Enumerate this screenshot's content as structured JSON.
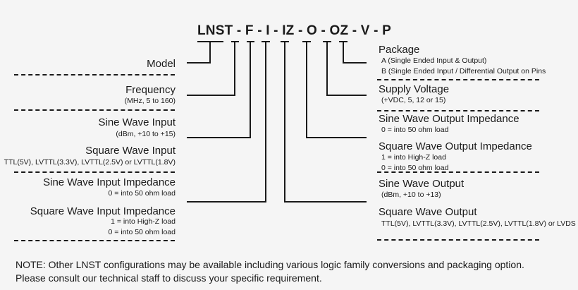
{
  "code": {
    "parts": [
      "LNST",
      "F",
      "I",
      "IZ",
      "O",
      "OZ",
      "V",
      "P"
    ],
    "separator": " - "
  },
  "left_fields": [
    {
      "title": "Model",
      "details": []
    },
    {
      "title": "Frequency",
      "details": [
        "(MHz, 5 to 160)"
      ]
    },
    {
      "title": "Sine Wave Input",
      "details": [
        "(dBm, +10 to +15)"
      ]
    },
    {
      "title": "Square Wave Input",
      "details": [
        "TTL(5V), LVTTL(3.3V), LVTTL(2.5V) or LVTTL(1.8V)"
      ]
    },
    {
      "title": "Sine Wave Input Impedance",
      "details": [
        "0 = into 50 ohm load"
      ]
    },
    {
      "title": "Square Wave Input Impedance",
      "details": [
        "1 = into High-Z load",
        "0 = into 50 ohm load"
      ]
    }
  ],
  "right_fields": [
    {
      "title": "Package",
      "details": [
        "A  (Single Ended Input & Output)",
        "B  (Single Ended Input / Differential Output on Pins"
      ]
    },
    {
      "title": "Supply Voltage",
      "details": [
        "(+VDC, 5, 12 or 15)"
      ]
    },
    {
      "title": "Sine Wave Output Impedance",
      "details": [
        "0 = into 50 ohm load"
      ]
    },
    {
      "title": "Square Wave Output Impedance",
      "details": [
        "1 = into High-Z load",
        "0 = into 50 ohm load"
      ]
    },
    {
      "title": "Sine Wave Output",
      "details": [
        "(dBm, +10 to +13)"
      ]
    },
    {
      "title": "Square Wave Output",
      "details": [
        "TTL(5V), LVTTL(3.3V), LVTTL(2.5V), LVTTL(1.8V) or LVDS"
      ]
    }
  ],
  "note": {
    "line1": "NOTE: Other LNST configurations may be available including various logic family conversions and packaging option.",
    "line2": "Please consult our technical staff to discuss your specific requirement."
  },
  "colors": {
    "background": "#f5f5f5",
    "ink": "#1a1a1a"
  }
}
